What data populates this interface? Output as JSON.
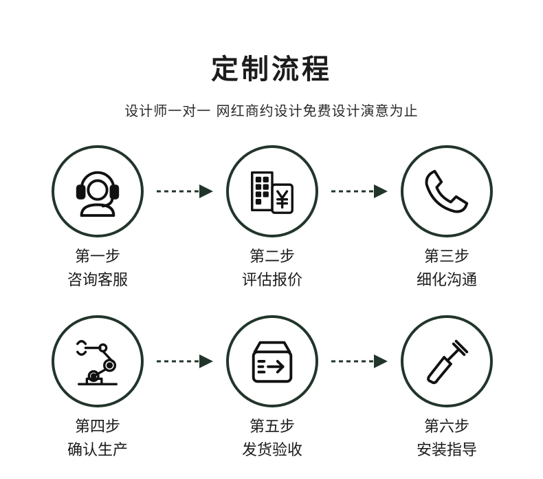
{
  "header": {
    "title": "定制流程",
    "subtitle": "设计师一对一 网红商约设计免费设计演意为止"
  },
  "steps": [
    {
      "label": "第一步",
      "name": "咨询客服",
      "icon": "customer-service-icon"
    },
    {
      "label": "第二步",
      "name": "评估报价",
      "icon": "quote-building-yen-icon"
    },
    {
      "label": "第三步",
      "name": "细化沟通",
      "icon": "phone-icon"
    },
    {
      "label": "第四步",
      "name": "确认生产",
      "icon": "robot-arm-icon"
    },
    {
      "label": "第五步",
      "name": "发货验收",
      "icon": "shipping-box-icon"
    },
    {
      "label": "第六步",
      "name": "安装指导",
      "icon": "screwdriver-icon"
    }
  ],
  "colors": {
    "accent": "#22352a",
    "text": "#1a1a1a",
    "background": "#ffffff"
  }
}
